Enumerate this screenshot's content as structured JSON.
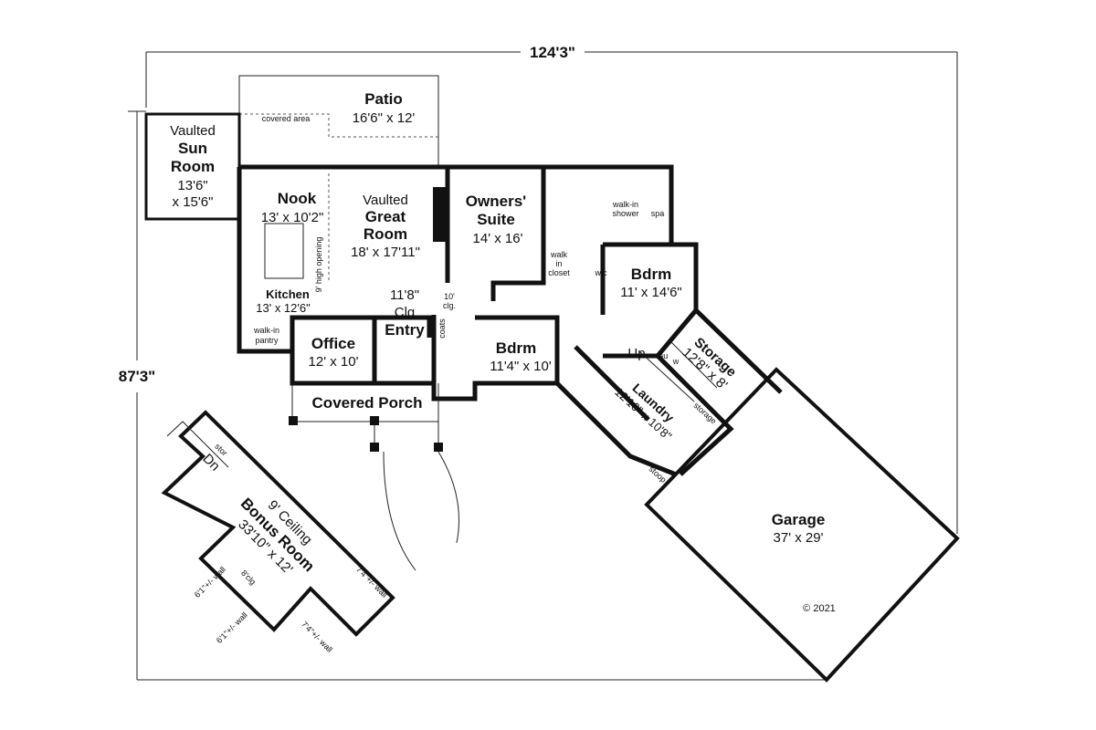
{
  "dimensions": {
    "width": "124'3\"",
    "depth": "87'3\""
  },
  "rooms": [
    {
      "name": "Vaulted",
      "name2": "Sun",
      "name3": "Room",
      "size": "13'6\"",
      "size2": "x 15'6\""
    },
    {
      "name": "Patio",
      "size": "16'6\" x 12'",
      "note": "covered area"
    },
    {
      "name": "Nook",
      "size": "13' x 10'2\""
    },
    {
      "name": "Vaulted",
      "name2": "Great",
      "name3": "Room",
      "size": "18' x 17'11\""
    },
    {
      "name": "Kitchen",
      "size": "13' x 12'6\"",
      "note": "walk-in",
      "note2": "pantry"
    },
    {
      "name": "Office",
      "size": "12' x 10'"
    },
    {
      "name": "Entry",
      "ceiling": "11'8\"",
      "ceiling2": "Clg"
    },
    {
      "name": "Covered Porch"
    },
    {
      "name": "Owners'",
      "name2": "Suite",
      "size": "14' x 16'"
    },
    {
      "name": "Bdrm",
      "size": "11' x 14'6\""
    },
    {
      "name": "Bdrm",
      "size": "11'4\" x 10'"
    },
    {
      "name": "Laundry",
      "size": "12'10\" x 10'8\""
    },
    {
      "name": "Storage",
      "size": "12'8\" x 8'"
    },
    {
      "name": "Garage",
      "size": "37' x 29'"
    },
    {
      "name": "Bonus Room",
      "size": "33'10\" x 12'",
      "ceiling": "9' Ceiling"
    }
  ],
  "notes": {
    "opening": "9' high opening",
    "clg10": "10'",
    "clg10b": "clg.",
    "coats": "coats",
    "walkin_shower": "walk-in",
    "walkin_shower2": "shower",
    "spa": "spa",
    "walk_closet": "walk",
    "walk_closet2": "in",
    "walk_closet3": "closet",
    "wic": "wic",
    "up": "Up",
    "dn": "Dn",
    "fau": "fau",
    "w": "w",
    "storage": "storage",
    "stoop": "stoop",
    "stor": "stor",
    "clg8": "8'clg",
    "wall74": "7'4\"+/- wall",
    "wall61": "6'1\"+/- wall",
    "copyright": "© 2021"
  }
}
